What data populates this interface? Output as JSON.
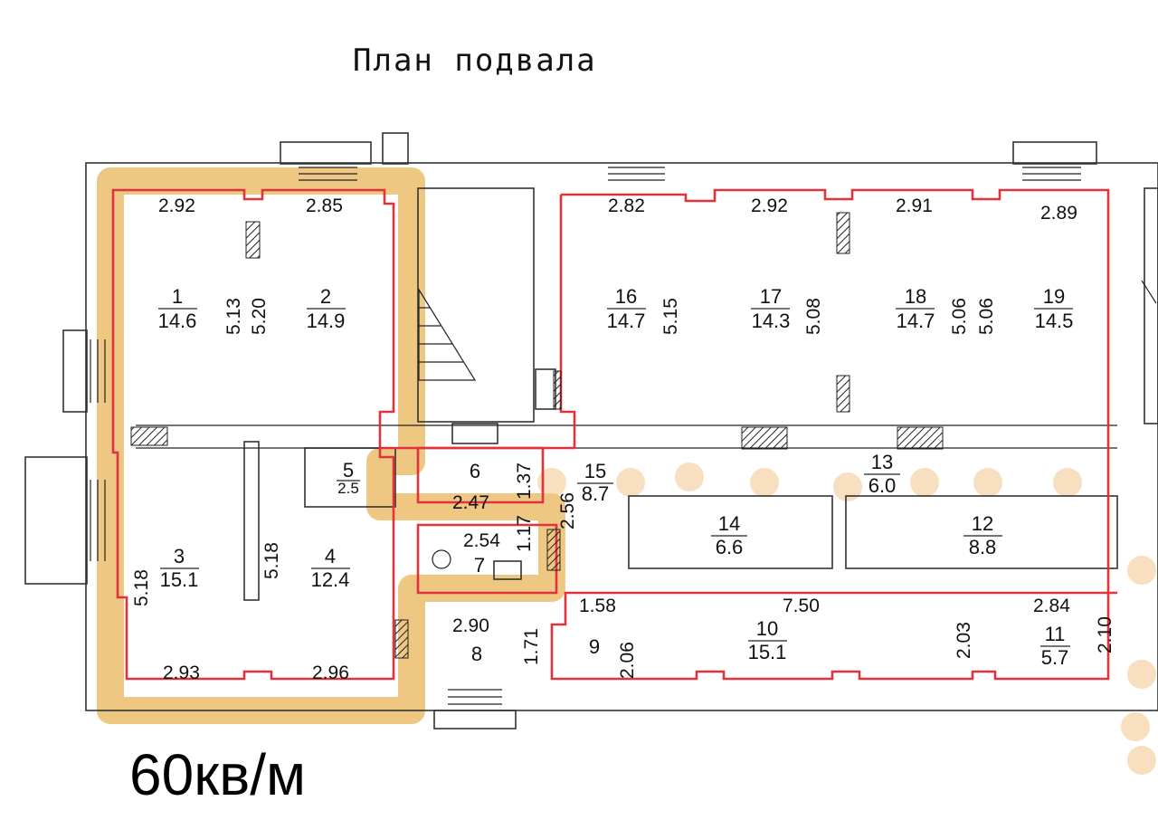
{
  "title": "План подвала",
  "area_caption": "60кв/м",
  "highlight_color": "#e8b45a",
  "outline_color": "#e0333b",
  "rooms": [
    {
      "num": "1",
      "area": "14.6"
    },
    {
      "num": "2",
      "area": "14.9"
    },
    {
      "num": "3",
      "area": "15.1"
    },
    {
      "num": "4",
      "area": "12.4"
    },
    {
      "num": "5",
      "area": "2.5"
    },
    {
      "num": "6",
      "area": ""
    },
    {
      "num": "7",
      "area": ""
    },
    {
      "num": "8",
      "area": ""
    },
    {
      "num": "9",
      "area": ""
    },
    {
      "num": "10",
      "area": "15.1"
    },
    {
      "num": "11",
      "area": "5.7"
    },
    {
      "num": "12",
      "area": "8.8"
    },
    {
      "num": "13",
      "area": "6.0"
    },
    {
      "num": "14",
      "area": "6.6"
    },
    {
      "num": "15",
      "area": "8.7"
    },
    {
      "num": "16",
      "area": "14.7"
    },
    {
      "num": "17",
      "area": "14.3"
    },
    {
      "num": "18",
      "area": "14.7"
    },
    {
      "num": "19",
      "area": "14.5"
    }
  ],
  "dimensions": [
    "2.92",
    "2.85",
    "5.13",
    "5.20",
    "2.82",
    "2.92",
    "2.91",
    "2.89",
    "5.15",
    "5.08",
    "5.06",
    "5.06",
    "2.47",
    "1.37",
    "2.56",
    "2.54",
    "1.17",
    "5.18",
    "5.18",
    "2.93",
    "2.96",
    "2.90",
    "1.71",
    "2.06",
    "1.58",
    "7.50",
    "2.03",
    "2.84",
    "2.10"
  ]
}
